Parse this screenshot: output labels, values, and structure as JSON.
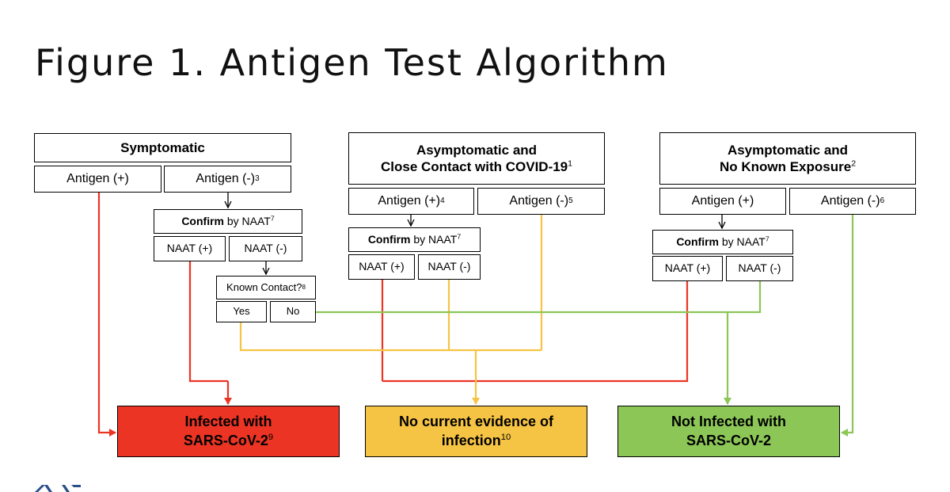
{
  "title": "Figure 1. Antigen Test Algorithm",
  "colors": {
    "positive": "#ec3424",
    "no_evidence": "#f6c444",
    "negative": "#8cc657",
    "connector_black": "#000000"
  },
  "symptomatic": {
    "header": "Symptomatic",
    "antigen_pos": "Antigen (+)",
    "antigen_neg": "Antigen (-)",
    "antigen_neg_note": "3",
    "confirm_bold": "Confirm",
    "confirm_rest": " by NAAT",
    "confirm_note": "7",
    "naat_pos": "NAAT (+)",
    "naat_neg": "NAAT (-)",
    "known_contact": "Known Contact?",
    "known_contact_note": "8",
    "yes": "Yes",
    "no": "No"
  },
  "close_contact": {
    "header_line1": "Asymptomatic and",
    "header_line2": "Close Contact with COVID-19",
    "header_note": "1",
    "antigen_pos": "Antigen (+)",
    "antigen_pos_note": "4",
    "antigen_neg": "Antigen (-)",
    "antigen_neg_note": "5",
    "confirm_bold": "Confirm",
    "confirm_rest": " by NAAT",
    "confirm_note": "7",
    "naat_pos": "NAAT (+)",
    "naat_neg": "NAAT (-)"
  },
  "no_exposure": {
    "header_line1": "Asymptomatic and",
    "header_line2": "No Known Exposure",
    "header_note": "2",
    "antigen_pos": "Antigen (+)",
    "antigen_neg": "Antigen (-)",
    "antigen_neg_note": "6",
    "confirm_bold": "Confirm",
    "confirm_rest": " by NAAT",
    "confirm_note": "7",
    "naat_pos": "NAAT (+)",
    "naat_neg": "NAAT (-)"
  },
  "outcomes": {
    "infected_line1": "Infected with",
    "infected_line2": "SARS-CoV-2",
    "infected_note": "9",
    "no_evidence_line1": "No current evidence of",
    "no_evidence_line2": "infection",
    "no_evidence_note": "10",
    "not_infected_line1": "Not Infected with",
    "not_infected_line2": "SARS-CoV-2"
  }
}
